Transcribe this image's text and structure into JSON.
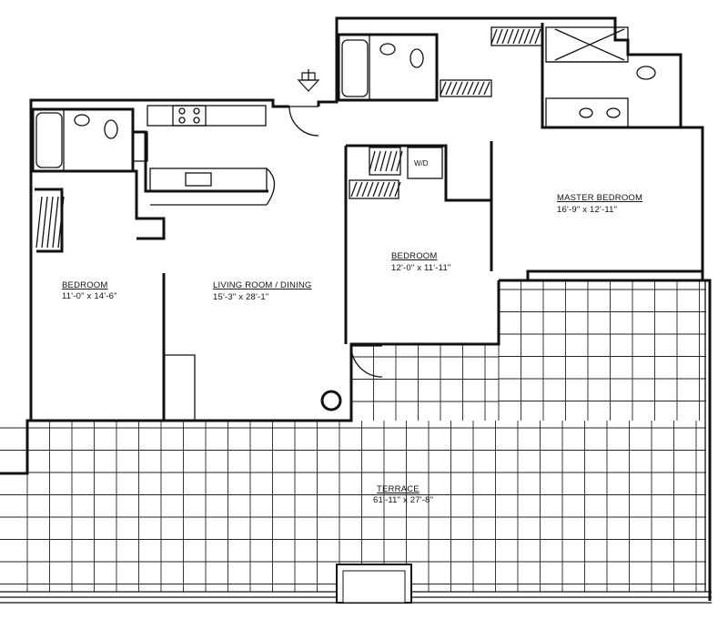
{
  "rooms": {
    "bedroom_left": {
      "name": "BEDROOM",
      "dims": "11'-0\" x 14'-6\""
    },
    "living": {
      "name": "LIVING ROOM / DINING",
      "dims": "15'-3\" x 28'-1\""
    },
    "bedroom_mid": {
      "name": "BEDROOM",
      "dims": "12'-0\" x 11'-11\""
    },
    "master": {
      "name": "MASTER BEDROOM",
      "dims": "16'-9\" x 12'-11\""
    },
    "terrace": {
      "name": "TERRACE",
      "dims": "61'-11\" x 27'-8\""
    }
  },
  "fixtures": {
    "washer_dryer": "W/D"
  }
}
